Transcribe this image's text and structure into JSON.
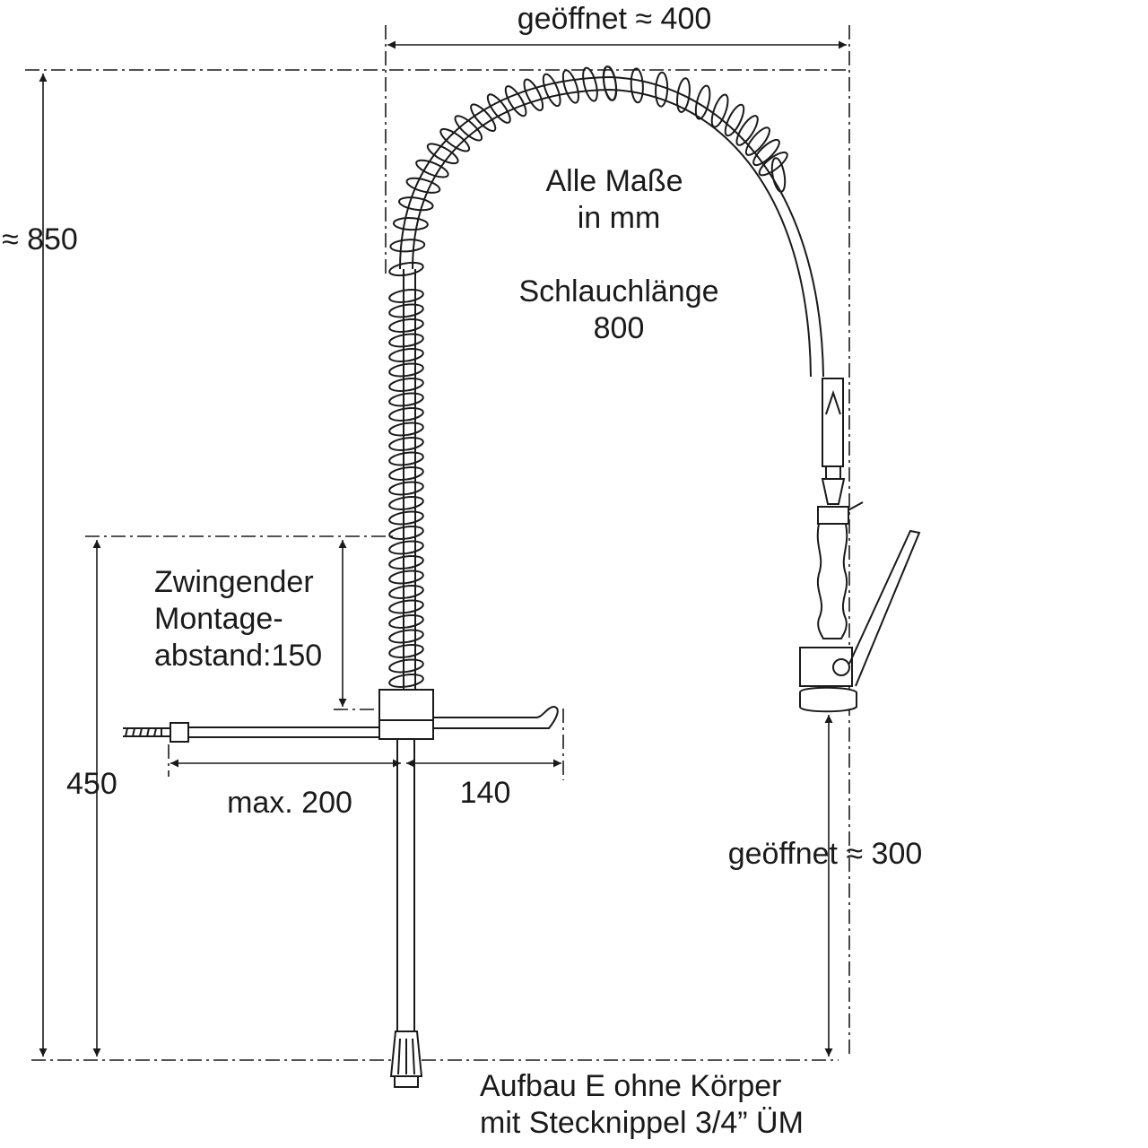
{
  "labels": {
    "opened_width": "geöffnet ≈ 400",
    "total_height": "≈ 850",
    "all_dims_line1": "Alle Maße",
    "all_dims_line2": "in mm",
    "hose_length_line1": "Schlauchlänge",
    "hose_length_line2": "800",
    "mount_line1": "Zwingender",
    "mount_line2": "Montage-",
    "mount_line3": "abstand:150",
    "height_450": "450",
    "max_200": "max. 200",
    "dim_140": "140",
    "opened_300": "geöffnet ≈ 300",
    "footer_line1": "Aufbau E ohne Körper",
    "footer_line2": "mit Stecknippel 3/4” ÜM"
  },
  "colors": {
    "ink": "#1a1a1a",
    "background": "#ffffff"
  }
}
